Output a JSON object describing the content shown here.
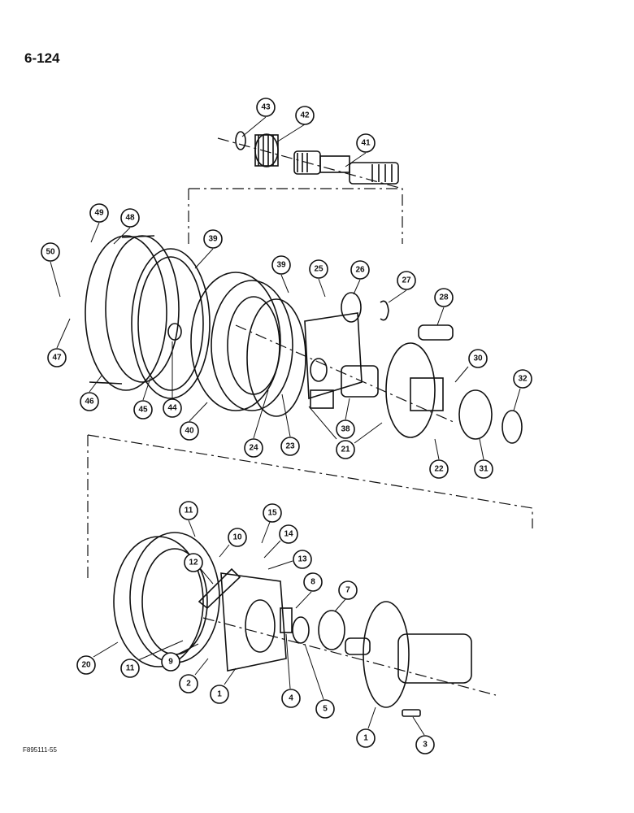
{
  "page": {
    "page_number": "6-124",
    "figure_code": "F895111-55"
  },
  "callouts": [
    {
      "id": "c43",
      "label": "43"
    },
    {
      "id": "c42",
      "label": "42"
    },
    {
      "id": "c41",
      "label": "41"
    },
    {
      "id": "c49",
      "label": "49"
    },
    {
      "id": "c48",
      "label": "48"
    },
    {
      "id": "c50",
      "label": "50"
    },
    {
      "id": "c39a",
      "label": "39"
    },
    {
      "id": "c39b",
      "label": "39"
    },
    {
      "id": "c25",
      "label": "25"
    },
    {
      "id": "c26",
      "label": "26"
    },
    {
      "id": "c27",
      "label": "27"
    },
    {
      "id": "c28",
      "label": "28"
    },
    {
      "id": "c47",
      "label": "47"
    },
    {
      "id": "c46",
      "label": "46"
    },
    {
      "id": "c45",
      "label": "45"
    },
    {
      "id": "c44",
      "label": "44"
    },
    {
      "id": "c40",
      "label": "40"
    },
    {
      "id": "c24",
      "label": "24"
    },
    {
      "id": "c23",
      "label": "23"
    },
    {
      "id": "c38",
      "label": "38"
    },
    {
      "id": "c21",
      "label": "21"
    },
    {
      "id": "c30",
      "label": "30"
    },
    {
      "id": "c32",
      "label": "32"
    },
    {
      "id": "c22",
      "label": "22"
    },
    {
      "id": "c31",
      "label": "31"
    },
    {
      "id": "c11a",
      "label": "11"
    },
    {
      "id": "c15",
      "label": "15"
    },
    {
      "id": "c10",
      "label": "10"
    },
    {
      "id": "c14",
      "label": "14"
    },
    {
      "id": "c13",
      "label": "13"
    },
    {
      "id": "c12",
      "label": "12"
    },
    {
      "id": "c8",
      "label": "8"
    },
    {
      "id": "c7",
      "label": "7"
    },
    {
      "id": "c20",
      "label": "20"
    },
    {
      "id": "c11b",
      "label": "11"
    },
    {
      "id": "c9",
      "label": "9"
    },
    {
      "id": "c2",
      "label": "2"
    },
    {
      "id": "c1a",
      "label": "1"
    },
    {
      "id": "c4",
      "label": "4"
    },
    {
      "id": "c5",
      "label": "5"
    },
    {
      "id": "c1b",
      "label": "1"
    },
    {
      "id": "c3",
      "label": "3"
    }
  ]
}
